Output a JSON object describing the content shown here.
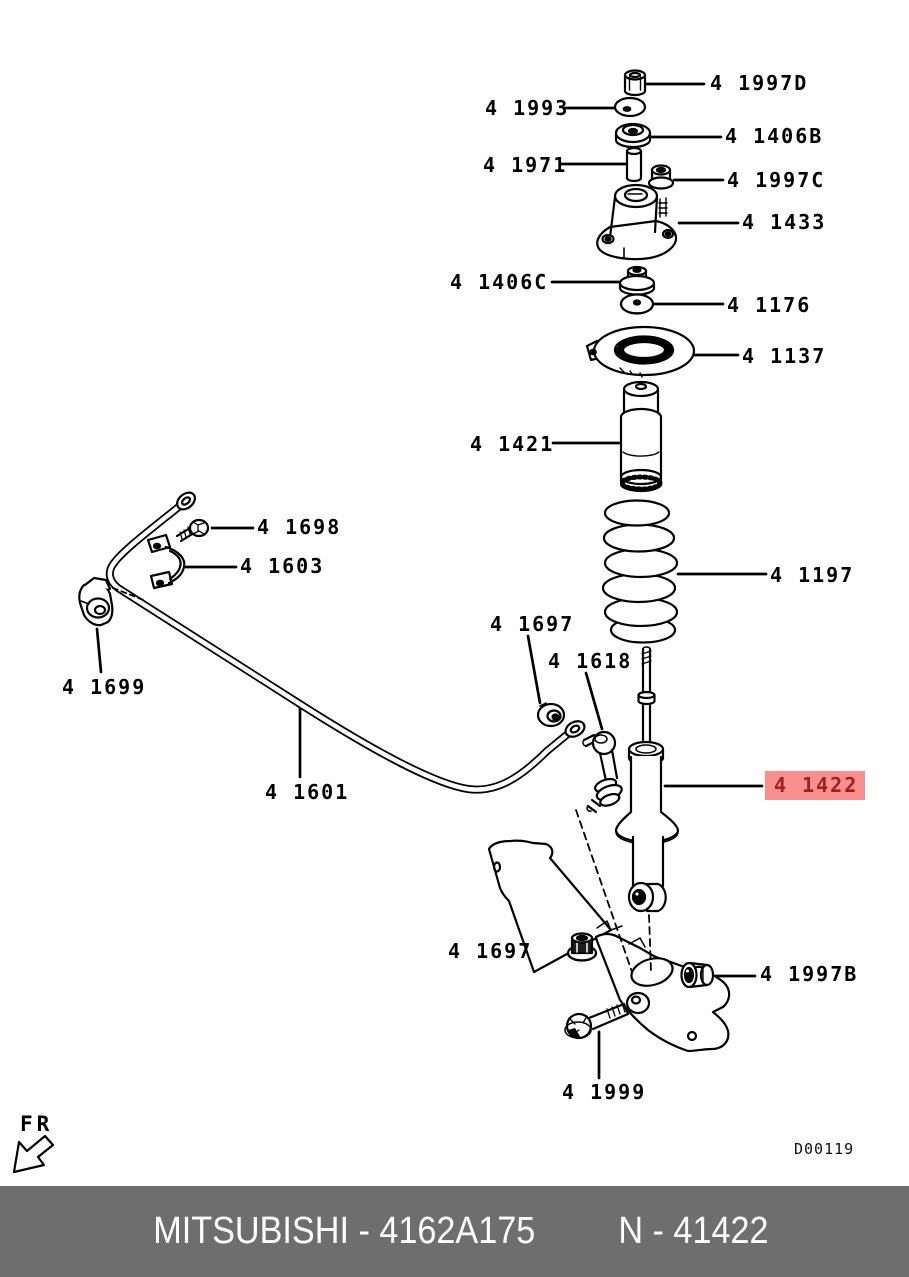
{
  "diagram": {
    "direction_label": "FR",
    "drawing_code": "D00119",
    "line_color": "#000000",
    "highlighted_part": "41422",
    "highlight": {
      "background": "#FA8F8F",
      "text_color": "#9E2020"
    },
    "labels": [
      {
        "id": "41997D",
        "text": "4 1997D"
      },
      {
        "id": "41993",
        "text": "4 1993"
      },
      {
        "id": "41406B",
        "text": "4 1406B"
      },
      {
        "id": "41971",
        "text": "4 1971"
      },
      {
        "id": "41997C",
        "text": "4 1997C"
      },
      {
        "id": "41433",
        "text": "4 1433"
      },
      {
        "id": "41406C",
        "text": "4 1406C"
      },
      {
        "id": "41176",
        "text": "4 1176"
      },
      {
        "id": "41137",
        "text": "4 1137"
      },
      {
        "id": "41421",
        "text": "4 1421"
      },
      {
        "id": "41698",
        "text": "4 1698"
      },
      {
        "id": "41603",
        "text": "4 1603"
      },
      {
        "id": "41197",
        "text": "4 1197"
      },
      {
        "id": "41697",
        "text": "4 1697"
      },
      {
        "id": "41618",
        "text": "4 1618"
      },
      {
        "id": "41699",
        "text": "4 1699"
      },
      {
        "id": "41601",
        "text": "4 1601"
      },
      {
        "id": "41422",
        "text": "4 1422",
        "highlighted": true
      },
      {
        "id": "41697",
        "text": "4 1697"
      },
      {
        "id": "41997B",
        "text": "4 1997B"
      },
      {
        "id": "41999",
        "text": "4 1999"
      }
    ]
  },
  "footer": {
    "left_text": "MITSUBISHI - 4162A175",
    "right_text": "N - 41422",
    "background": "#6E6E6E",
    "text_color": "#FFFFFF"
  }
}
